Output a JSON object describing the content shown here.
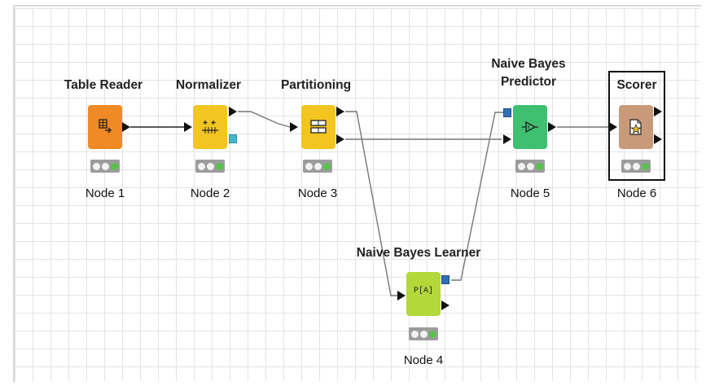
{
  "nodes": [
    {
      "id": "table-reader",
      "title": "Table Reader",
      "label": "Node 1",
      "color": "#f08a24",
      "icon": "table-reader-icon"
    },
    {
      "id": "normalizer",
      "title": "Normalizer",
      "label": "Node 2",
      "color": "#f2c521",
      "icon": "normalizer-icon"
    },
    {
      "id": "partitioning",
      "title": "Partitioning",
      "label": "Node 3",
      "color": "#f2c521",
      "icon": "partitioning-icon"
    },
    {
      "id": "naive-bayes-learner",
      "title": "Naive Bayes Learner",
      "label": "Node 4",
      "color": "#b3d83a",
      "icon": "learner-icon",
      "icon_text": "P[A]"
    },
    {
      "id": "naive-bayes-predictor",
      "title_line1": "Naive Bayes",
      "title_line2": "Predictor",
      "label": "Node 5",
      "color": "#3fbf70",
      "icon": "predictor-icon"
    },
    {
      "id": "scorer",
      "title": "Scorer",
      "label": "Node 6",
      "color": "#c89a7a",
      "icon": "scorer-icon"
    }
  ]
}
